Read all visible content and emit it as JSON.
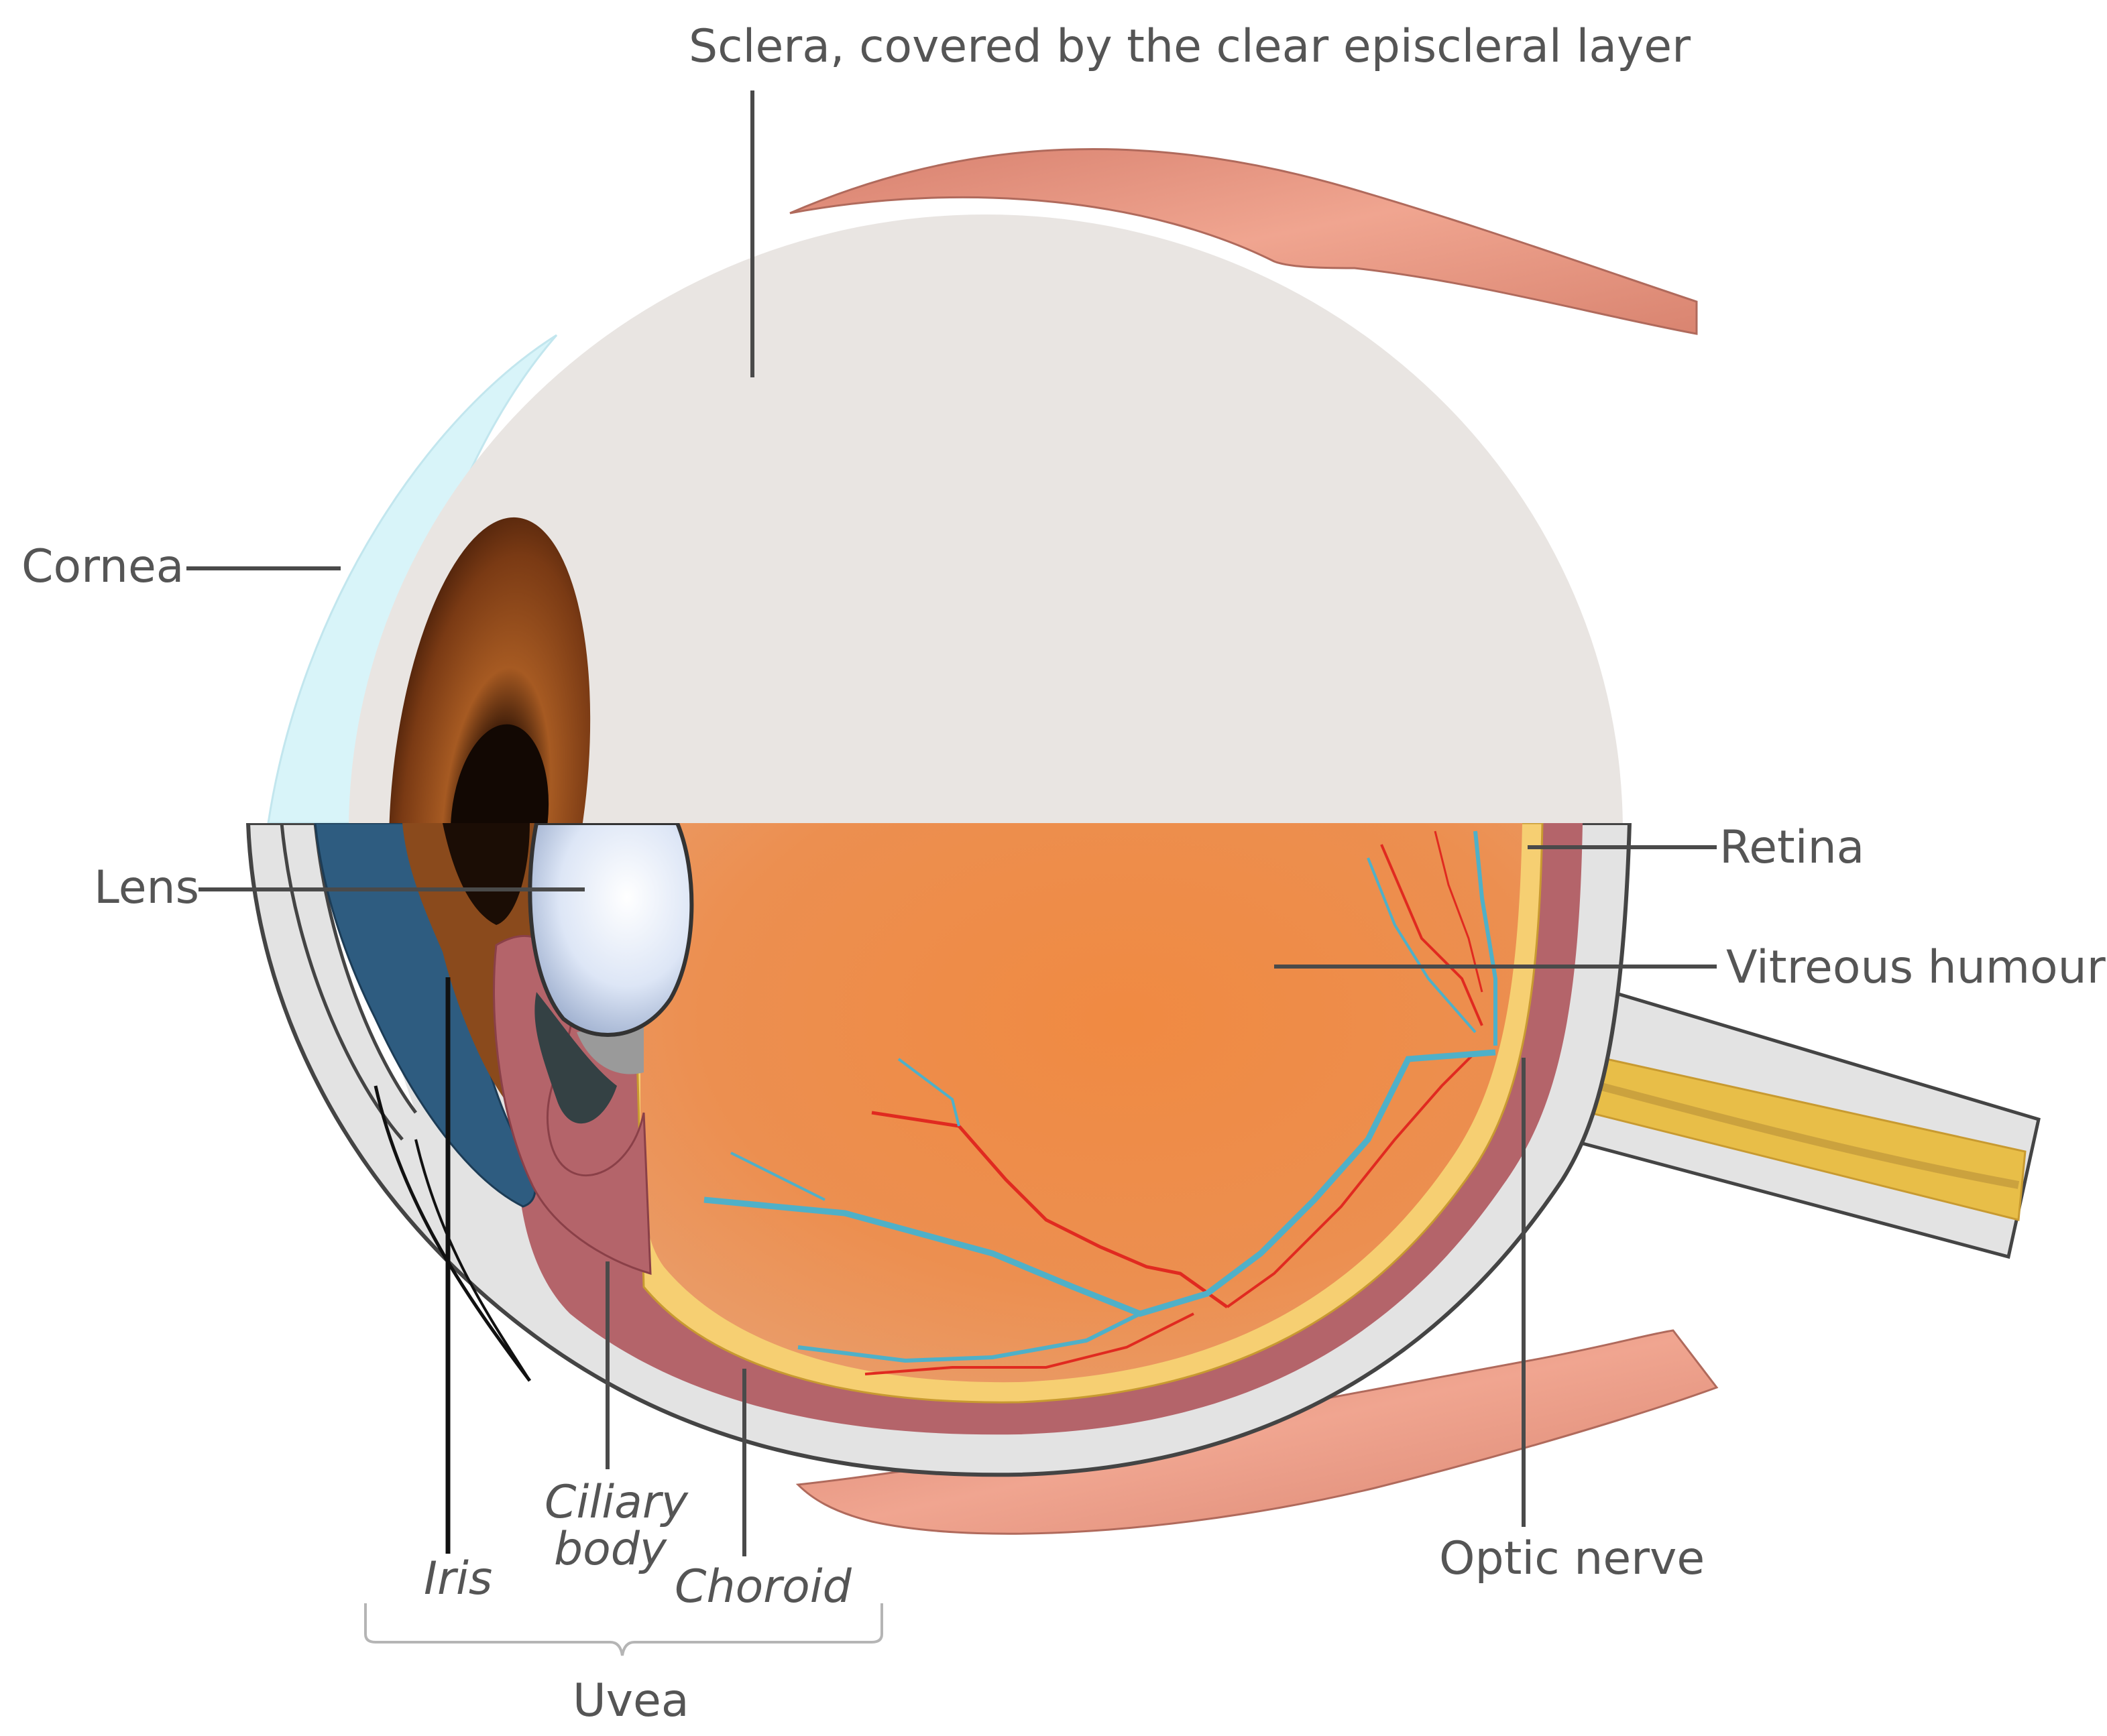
{
  "labels": {
    "sclera": "Sclera, covered by the clear episcleral layer",
    "cornea": "Cornea",
    "lens": "Lens",
    "retina": "Retina",
    "vitreous": "Vitreous humour",
    "iris": "Iris",
    "ciliary_line1": "Ciliary",
    "ciliary_line2": "body",
    "choroid": "Choroid",
    "optic_nerve": "Optic nerve",
    "uvea": "Uvea"
  },
  "colors": {
    "sclera": "#e9e5e2",
    "cornea": "#ddf6fa",
    "muscle": "#e99a86",
    "vitreous": "#ec8a4a",
    "choroid": "#b4646a",
    "retina": "#f6cf72",
    "iris_brown": "#8a4a1c",
    "iris_blue": "#2e5c80",
    "lens": "#dfe8f7",
    "optic_nerve": "#e8be48",
    "vessel_red": "#e02a20",
    "vessel_blue": "#4fb0c8"
  }
}
